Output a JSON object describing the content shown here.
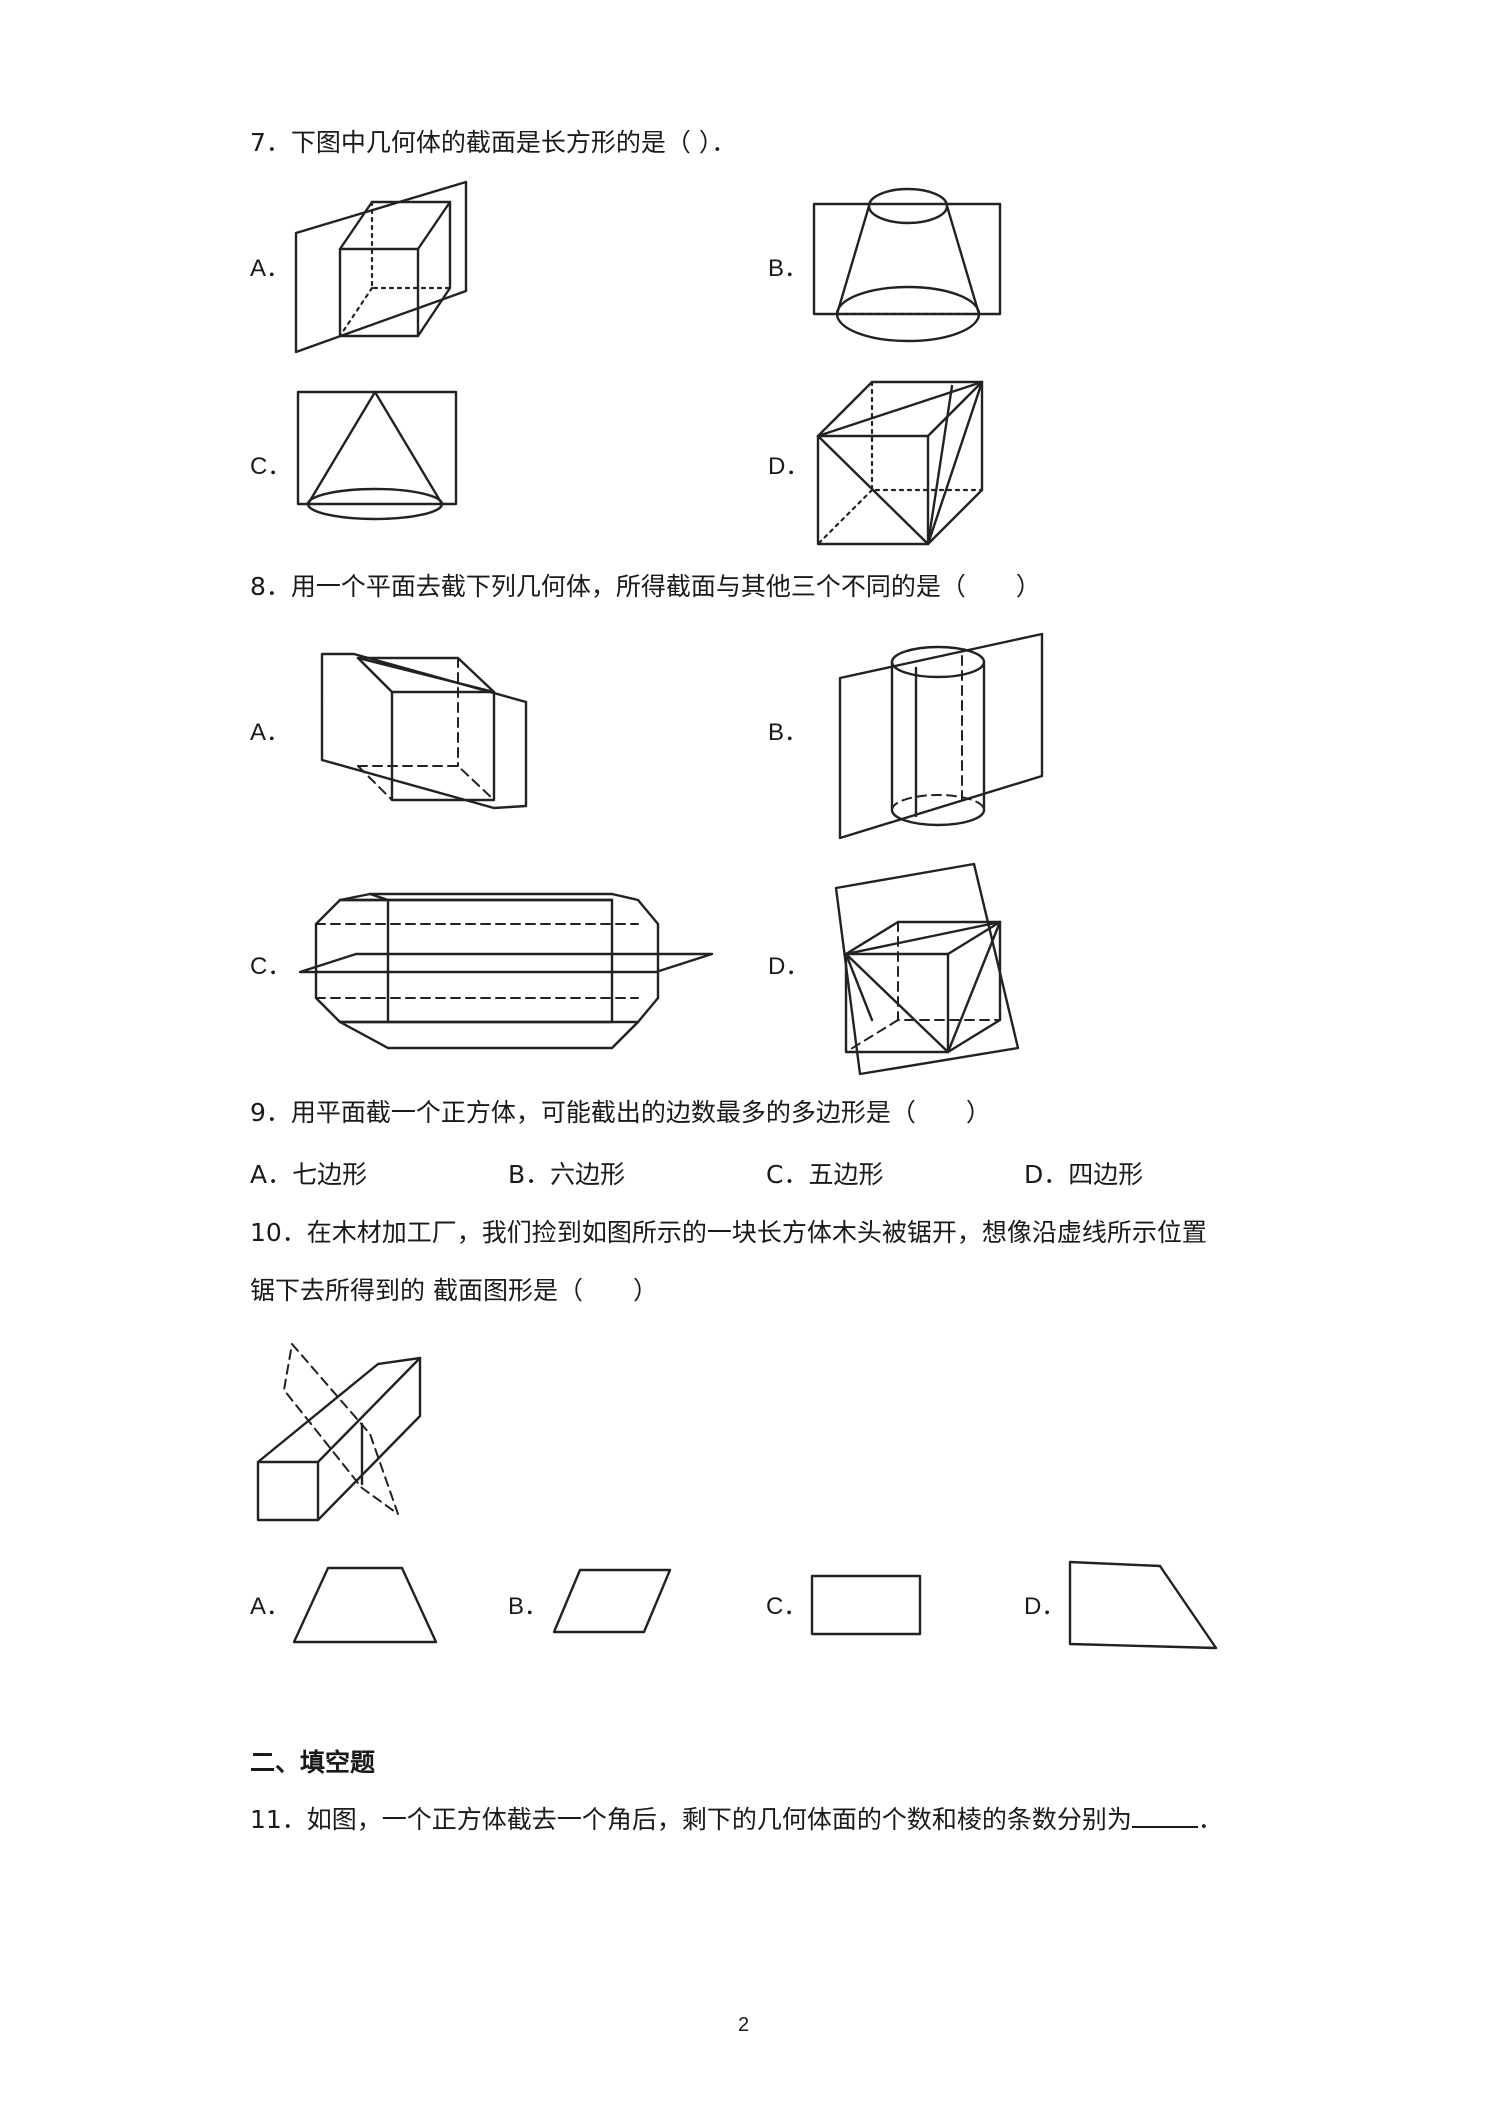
{
  "q7": {
    "text": "7．下图中几何体的截面是长方形的是（  ）．",
    "options": [
      "A．",
      "B．",
      "C．",
      "D．"
    ]
  },
  "q8": {
    "text": "8．用一个平面去截下列几何体，所得截面与其他三个不同的是（　　）",
    "options": [
      "A．",
      "B．",
      "C．",
      "D．"
    ]
  },
  "q9": {
    "text": "9．用平面截一个正方体，可能截出的边数最多的多边形是（　　）",
    "options": [
      "A．七边形",
      "B．六边形",
      "C．五边形",
      "D．四边形"
    ]
  },
  "q10": {
    "line1": "10．在木材加工厂，我们捡到如图所示的一块长方体木头被锯开，想像沿虚线所示位置",
    "line2": "锯下去所得到的  截面图形是（　　）",
    "options": [
      "A．",
      "B．",
      "C．",
      "D．"
    ]
  },
  "section2": {
    "title": "二、填空题"
  },
  "q11": {
    "text": "11．如图，一个正方体截去一个角后，剩下的几何体面的个数和棱的条数分别为",
    "end": "．"
  },
  "page_number": "2"
}
